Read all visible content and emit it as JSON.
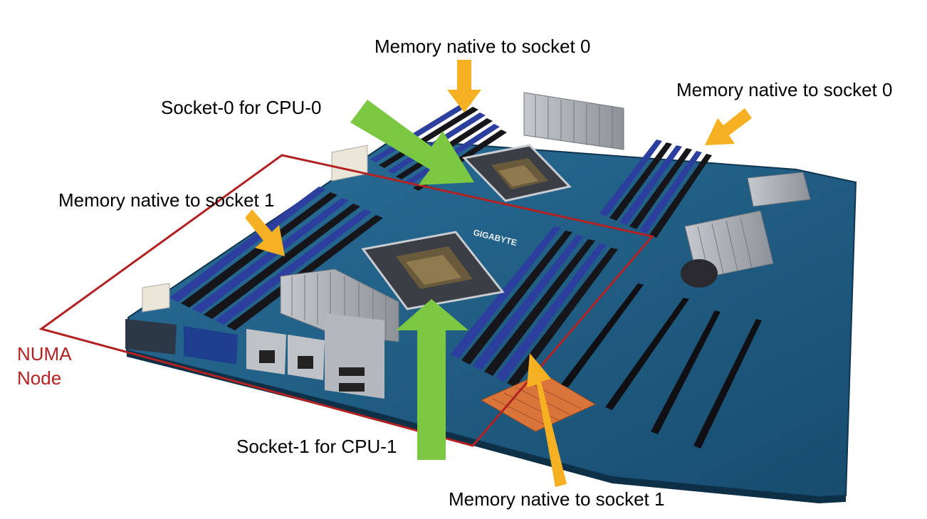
{
  "labels": {
    "mem_top": "Memory native to socket 0",
    "mem_right": "Memory native to socket 0",
    "socket0": "Socket-0 for CPU-0",
    "mem_left": "Memory native to socket 1",
    "socket1": "Socket-1 for CPU-1",
    "mem_bottom": "Memory native to socket 1",
    "numa_line1": "NUMA",
    "numa_line2": "Node"
  },
  "board_text": {
    "brand": "GIGABYTE"
  },
  "colors": {
    "text": "#000000",
    "numa": "#b22222",
    "green_arrow": "#7dc843",
    "orange_arrow": "#f5b122",
    "pcb": "#1d5f86",
    "dimm_blue": "#2c3f9e",
    "dimm_black": "#15151a",
    "heatsink": "#a9adb3",
    "copper": "#d9743a"
  },
  "icons": {
    "socket": "cpu-socket-icon",
    "dimm": "memory-slot-icon",
    "arrow": "arrow-icon"
  }
}
